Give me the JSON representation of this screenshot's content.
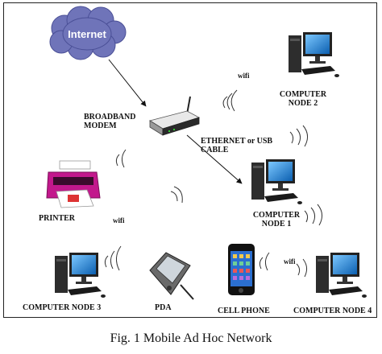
{
  "caption": "Fig. 1 Mobile Ad Hoc Network",
  "nodes": {
    "internet": "Internet",
    "modem": [
      "BROADBAND",
      "MODEM"
    ],
    "link": [
      "ETHERNET or USB",
      "CABLE"
    ],
    "computer1": [
      "COMPUTER",
      "NODE 1"
    ],
    "computer2": [
      "COMPUTER",
      "NODE 2"
    ],
    "computer3": "COMPUTER NODE 3",
    "computer4": "COMPUTER NODE 4",
    "printer": "PRINTER",
    "pda": "PDA",
    "phone": "CELL PHONE"
  },
  "wifi_labels": [
    "wifi",
    "wifi",
    "wifi"
  ],
  "colors": {
    "cloud": "#6f74b9",
    "screen": "#1a8fe0",
    "printer": "#c2188c",
    "phone_screen": "#2b6fd0"
  }
}
